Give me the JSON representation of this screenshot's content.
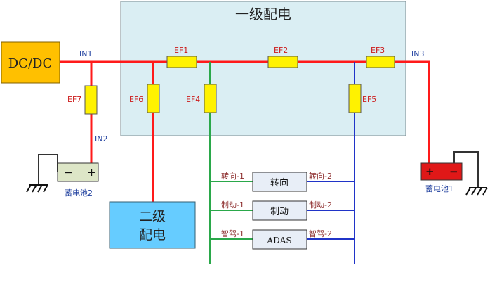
{
  "primary_box": {
    "title": "一级配电"
  },
  "secondary_box": {
    "line1": "二级",
    "line2": "配电"
  },
  "dcdc": {
    "label": "DC/DC"
  },
  "inputs": {
    "in1": "IN1",
    "in2": "IN2",
    "in3": "IN3"
  },
  "fuses": {
    "ef1": "EF1",
    "ef2": "EF2",
    "ef3": "EF3",
    "ef4": "EF4",
    "ef5": "EF5",
    "ef6": "EF6",
    "ef7": "EF7"
  },
  "battery_left": {
    "label": "蓄电池2",
    "minus": "−",
    "plus": "+"
  },
  "battery_right": {
    "label": "蓄电池1",
    "minus": "−",
    "plus": "+"
  },
  "loads": {
    "steering": {
      "label": "转向",
      "left": "转向-1",
      "right": "转向-2"
    },
    "braking": {
      "label": "制动",
      "left": "制动-1",
      "right": "制动-2"
    },
    "adas": {
      "label": "ADAS",
      "left": "智驾-1",
      "right": "智驾-2"
    }
  },
  "colors": {
    "red": "#ff1a1a",
    "green": "#2aa84a",
    "blue": "#2034c8",
    "fuse": "#fff200",
    "panel": "#daeef3",
    "secondary": "#66ccff",
    "dcdc": "#ffc000"
  }
}
